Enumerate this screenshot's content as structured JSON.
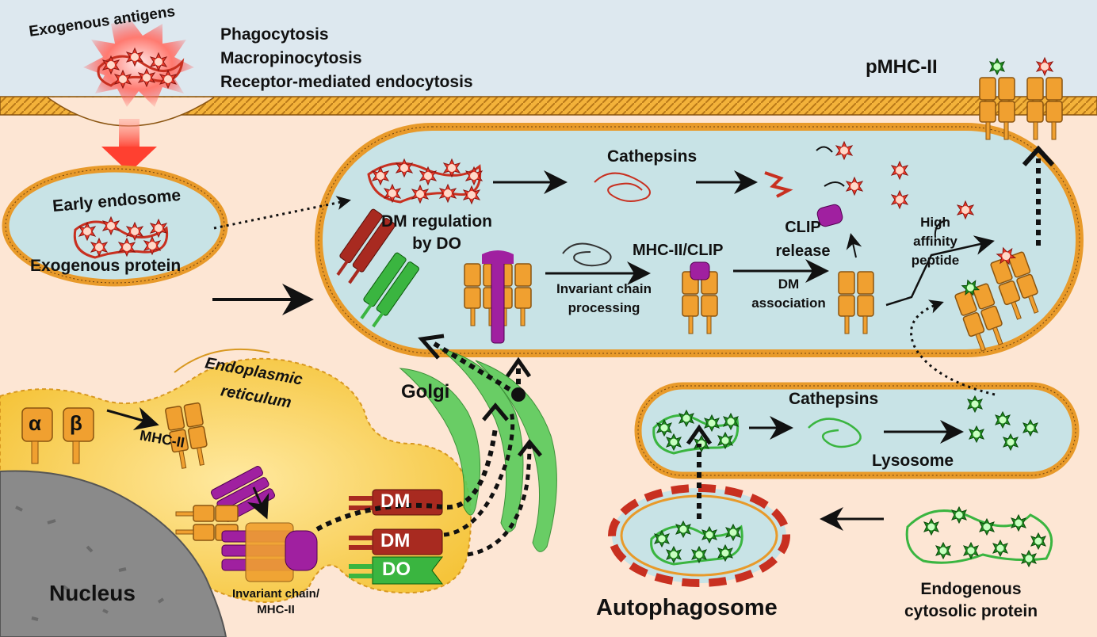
{
  "exo": {
    "antigens": "Exogenous antigens",
    "routes": [
      "Phagocytosis",
      "Macropinocytosis",
      "Receptor-mediated endocytosis"
    ]
  },
  "surface": {
    "pmhc": "pMHC-II"
  },
  "early_endosome": {
    "title": "Early endosome",
    "protein": "Exogenous protein"
  },
  "mhc_compartment": {
    "cathepsins": "Cathepsins",
    "dm_regulation": "DM regulation",
    "by_do": "by DO",
    "ic_processing": [
      "Invariant chain",
      "processing"
    ],
    "mhc_clip": "MHC-II/CLIP",
    "clip_release": [
      "CLIP",
      "release"
    ],
    "dm_association": [
      "DM",
      "association"
    ],
    "high_affinity": [
      "High",
      "affinity",
      "peptide"
    ]
  },
  "er": {
    "title": [
      "Endoplasmic",
      "reticulum"
    ],
    "alpha": "α",
    "beta": "β",
    "mhc": "MHC-II",
    "ic_mhc": [
      "Invariant chain/",
      "MHC-II"
    ]
  },
  "golgi": "Golgi",
  "dm_do": {
    "dm": "DM",
    "do": "DO"
  },
  "nucleus": "Nucleus",
  "lysosome": {
    "cathepsins": "Cathepsins",
    "title": "Lysosome"
  },
  "autophagosome": "Autophagosome",
  "endogenous": [
    "Endogenous",
    "cytosolic protein"
  ],
  "colors": {
    "orange": "#f0a030",
    "membrane": "#e89a2a",
    "lumen": "#c8e3e6",
    "red": "#c83020",
    "green": "#3ab540",
    "magenta": "#a020a0",
    "dm": "#a82a20"
  }
}
